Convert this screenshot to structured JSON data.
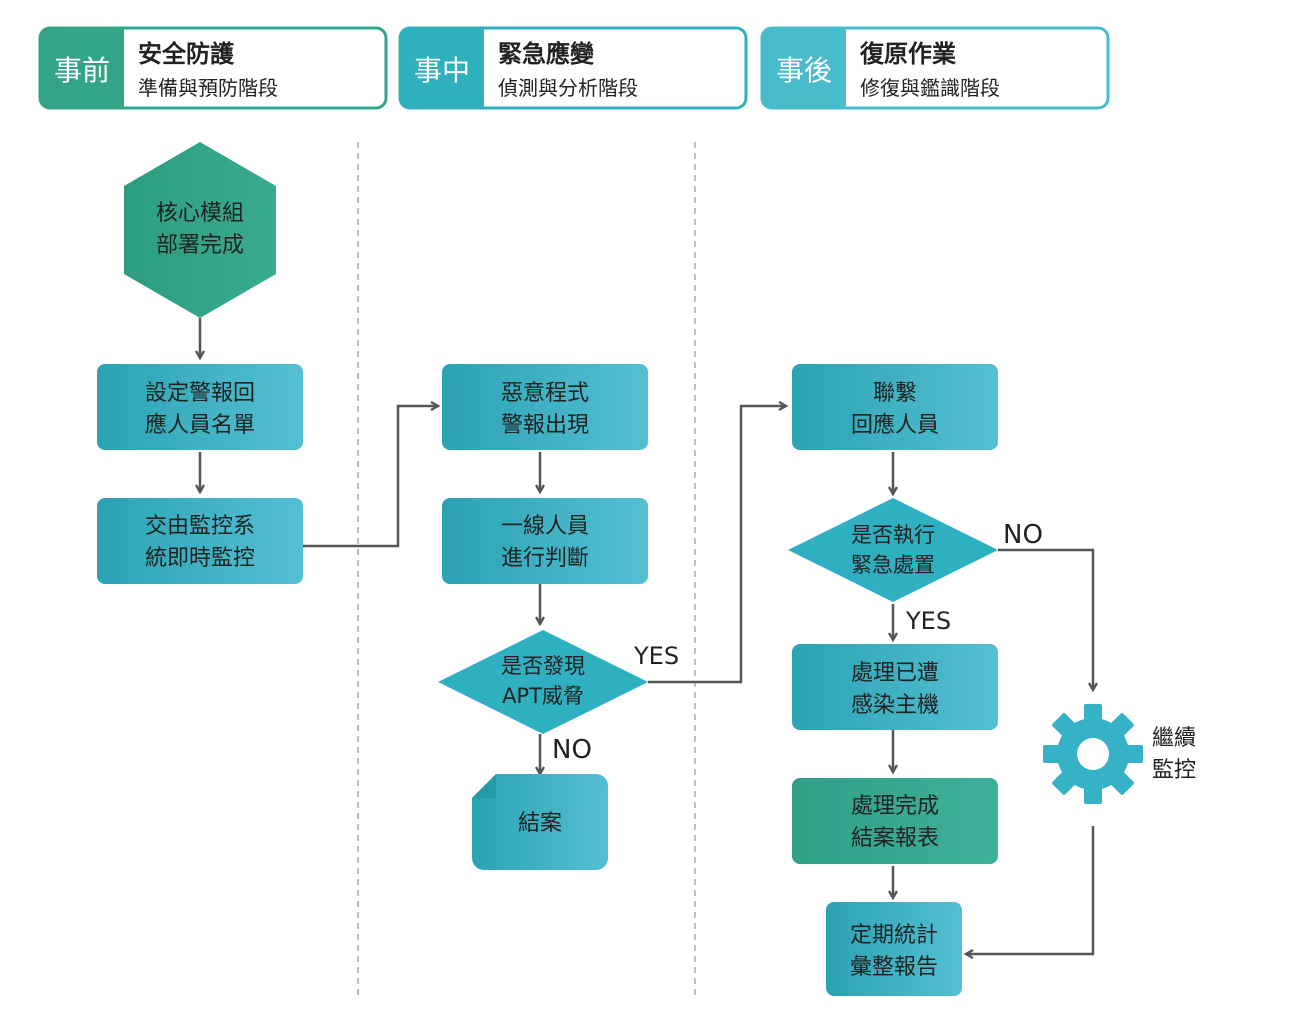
{
  "phases": [
    {
      "tag": "事前",
      "title": "安全防護",
      "subtitle": "準備與預防階段",
      "color": "#33a487"
    },
    {
      "tag": "事中",
      "title": "緊急應變",
      "subtitle": "偵測與分析階段",
      "color": "#2fb1bd"
    },
    {
      "tag": "事後",
      "title": "復原作業",
      "subtitle": "修復與鑑識階段",
      "color": "#49bccc"
    }
  ],
  "nodes": {
    "core_deployed": [
      "核心模組",
      "部署完成"
    ],
    "set_contact_list": [
      "設定警報回",
      "應人員名單"
    ],
    "realtime_monitor": [
      "交由監控系",
      "統即時監控"
    ],
    "malware_alert": [
      "惡意程式",
      "警報出現"
    ],
    "frontline_judge": [
      "一線人員",
      "進行判斷"
    ],
    "apt_decision": [
      "是否發現",
      "APT威脅"
    ],
    "close_case": [
      "結案"
    ],
    "contact_responders": [
      "聯繫",
      "回應人員"
    ],
    "emergency_decision": [
      "是否執行",
      "緊急處置"
    ],
    "handle_infected": [
      "處理已遭",
      "感染主機"
    ],
    "completion_report": [
      "處理完成",
      "結案報表"
    ],
    "periodic_stats": [
      "定期統計",
      "彙整報告"
    ],
    "continue_monitor": [
      "繼續",
      "監控"
    ]
  },
  "edge_labels": {
    "apt_yes": "YES",
    "apt_no": "NO",
    "emergency_yes": "YES",
    "emergency_no": "NO"
  },
  "icons": {
    "continue_monitor": "gear-icon"
  },
  "colors": {
    "teal": "#2aa6b5",
    "teal_light": "#4bb9cc",
    "green": "#35a48a",
    "arrow": "#555555",
    "divider": "#aaaaaa"
  }
}
